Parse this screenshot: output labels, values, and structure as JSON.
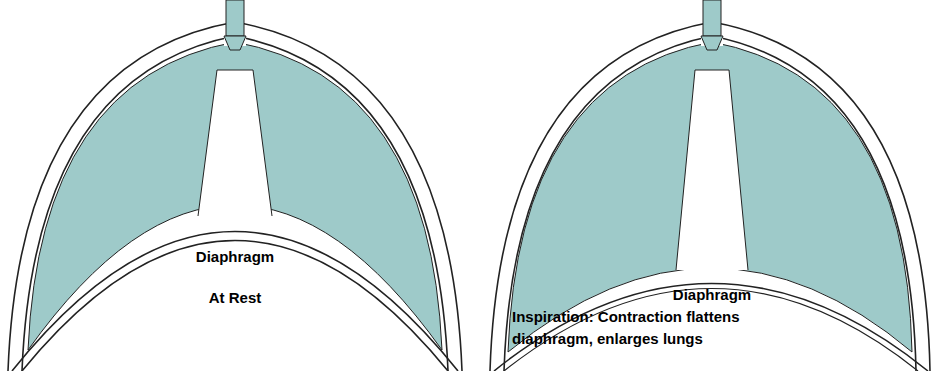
{
  "diagram": {
    "labels": [
      "Diaphragm",
      "At Rest",
      "Diaphragm",
      "Inspiration: Contraction flattens diaphragm, enlarges lungs"
    ]
  }
}
